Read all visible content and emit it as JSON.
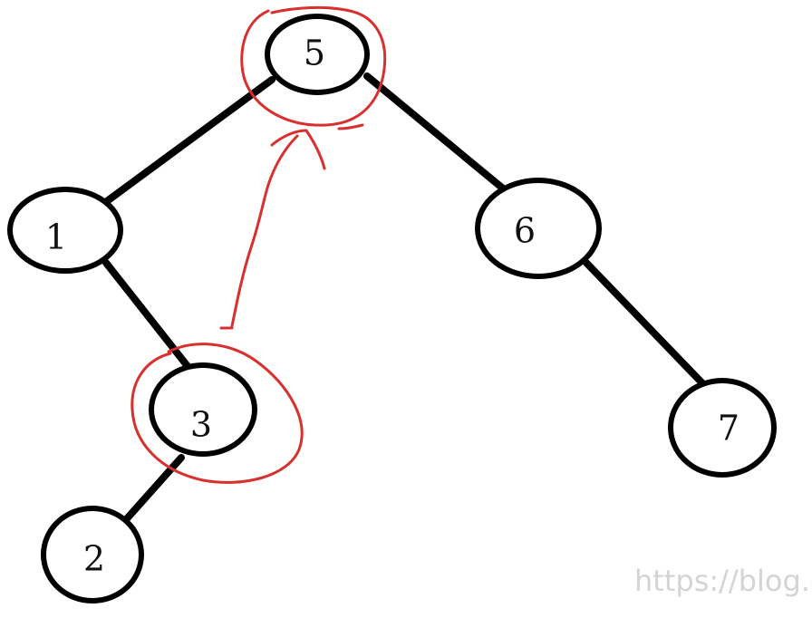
{
  "colors": {
    "line": "#000000",
    "highlight": "#d8302e",
    "watermark": "#d4d4d4"
  },
  "tree": {
    "nodes": [
      {
        "id": "5",
        "label": "5"
      },
      {
        "id": "1",
        "label": "1"
      },
      {
        "id": "6",
        "label": "6"
      },
      {
        "id": "3",
        "label": "3"
      },
      {
        "id": "7",
        "label": "7"
      },
      {
        "id": "2",
        "label": "2"
      }
    ],
    "edges": [
      {
        "from": "5",
        "to": "1"
      },
      {
        "from": "5",
        "to": "6"
      },
      {
        "from": "1",
        "to": "3"
      },
      {
        "from": "6",
        "to": "7"
      },
      {
        "from": "3",
        "to": "2"
      }
    ],
    "highlighted": [
      "5",
      "3"
    ],
    "arrow": {
      "from": "3",
      "to": "5"
    }
  },
  "watermark": "https://blog.csdn"
}
